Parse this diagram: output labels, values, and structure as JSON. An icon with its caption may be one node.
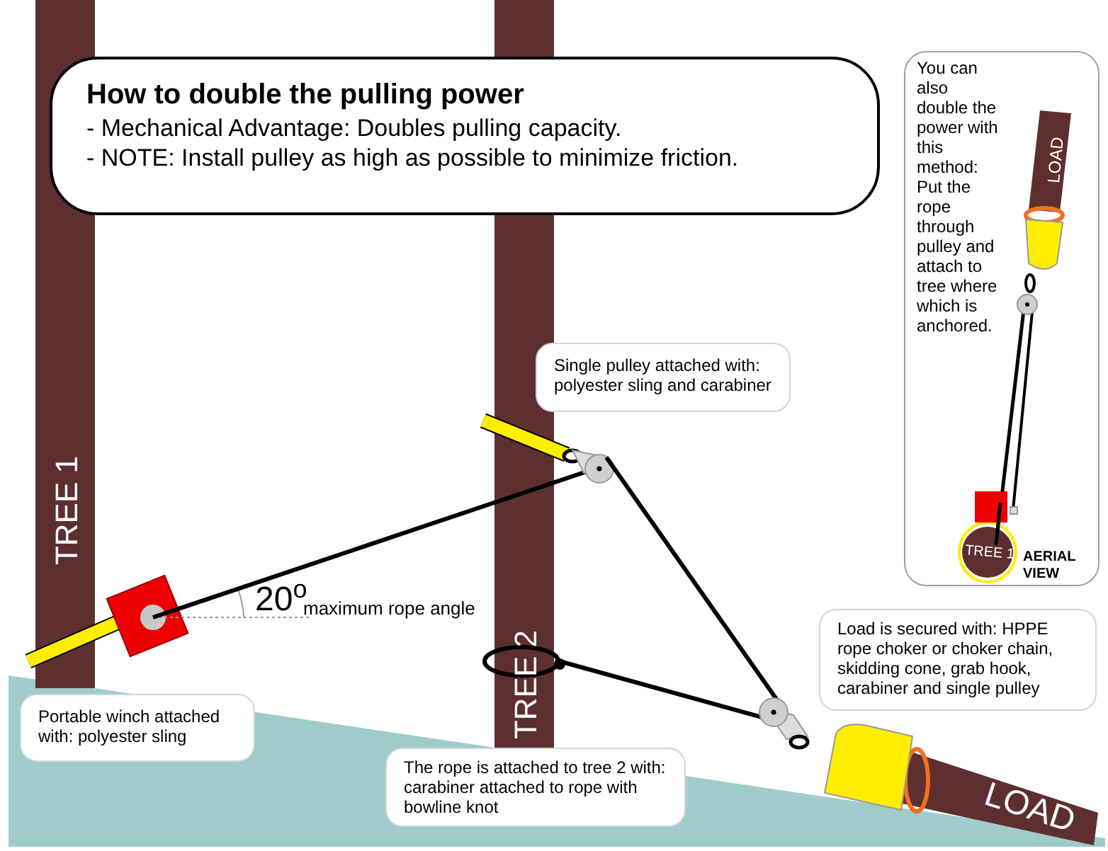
{
  "diagram": {
    "nodes": [
      {
        "text": [
          "How to double the pulling power",
          "- Mechanical Advantage: Doubles pulling capacity.",
          "- NOTE: Install pulley as high as possible to minimize friction."
        ]
      },
      {
        "text": [
          "You can also double the power with this method: Put the rope through pulley and attach to tree where which is anchored."
        ]
      },
      {
        "text": [
          "Single pulley attached with: polyester sling and carabiner"
        ]
      },
      {
        "text": [
          "Load is secured with: HPPE rope choker or choker chain, skidding cone, grab hook, carabiner and single pulley"
        ]
      },
      {
        "text": [
          "Portable winch attached with: polyester sling"
        ]
      },
      {
        "text": [
          "The rope is attached to tree 2 with: carabiner attached to rope with bowline knot"
        ]
      }
    ],
    "labels": [
      "TREE 1",
      "TREE 2",
      "20$^{o}$",
      "maximum rope angle",
      "LOAD",
      "LOAD",
      "TREE 1",
      "AERIAL VIEW"
    ]
  }
}
